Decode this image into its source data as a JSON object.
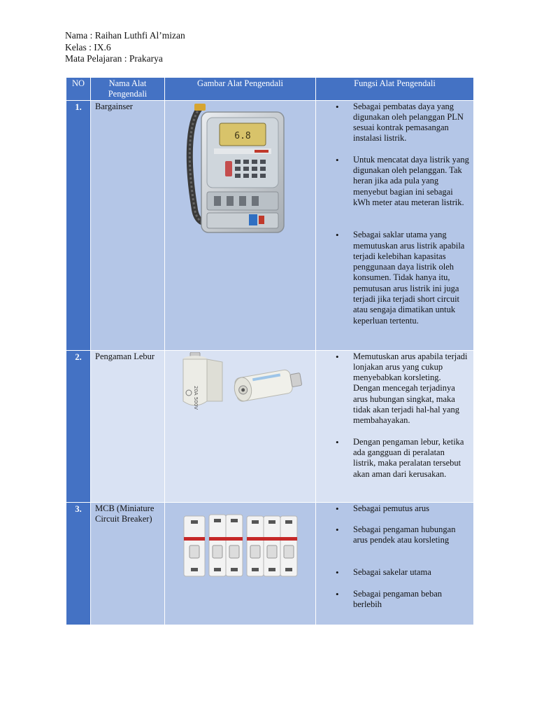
{
  "header": {
    "name": "Nama : Raihan Luthfi Al’mizan",
    "class": "Kelas : IX.6",
    "subject": "Mata Pelajaran : Prakarya"
  },
  "table": {
    "columns": [
      "NO",
      "Nama Alat Pengendali",
      "Gambar Alat Pengendali",
      "Fungsi Alat Pengendali"
    ],
    "rows": [
      {
        "no": "1.",
        "name": "Bargainser",
        "image_icon": "electric-meter-icon",
        "meter_display": "6.8",
        "functions": [
          "Sebagai pembatas daya yang digunakan oleh pelanggan PLN sesuai kontrak pemasangan instalasi listrik.",
          "Untuk mencatat daya listrik yang digunakan oleh pelanggan.  Tak heran jika ada pula yang menyebut bagian ini sebagai kWh meter atau meteran listrik.",
          "Sebagai saklar utama yang memutuskan arus listrik apabila terjadi kelebihan kapasitas penggunaan daya listrik oleh konsumen. Tidak hanya itu, pemutusan arus listrik ini juga terjadi jika terjadi short circuit atau sengaja dimatikan untuk keperluan tertentu."
        ]
      },
      {
        "no": "2.",
        "name": "Pengaman Lebur",
        "image_icon": "fuse-icon",
        "functions": [
          "Memutuskan arus apabila terjadi lonjakan arus yang cukup menyebabkan korsleting. Dengan mencegah terjadinya arus hubungan singkat, maka tidak akan terjadi hal-hal yang membahayakan.",
          "Dengan pengaman lebur, ketika ada gangguan di peralatan listrik, maka peralatan tersebut akan aman dari kerusakan."
        ]
      },
      {
        "no": "3.",
        "name": "MCB (Miniature Circuit Breaker)",
        "image_icon": "mcb-breaker-icon",
        "functions": [
          "Sebagai pemutus arus",
          "Sebagai pengaman hubungan arus pendek atau korsleting",
          "Sebagai sakelar utama",
          "Sebagai pengaman beban berlebih"
        ]
      }
    ]
  }
}
